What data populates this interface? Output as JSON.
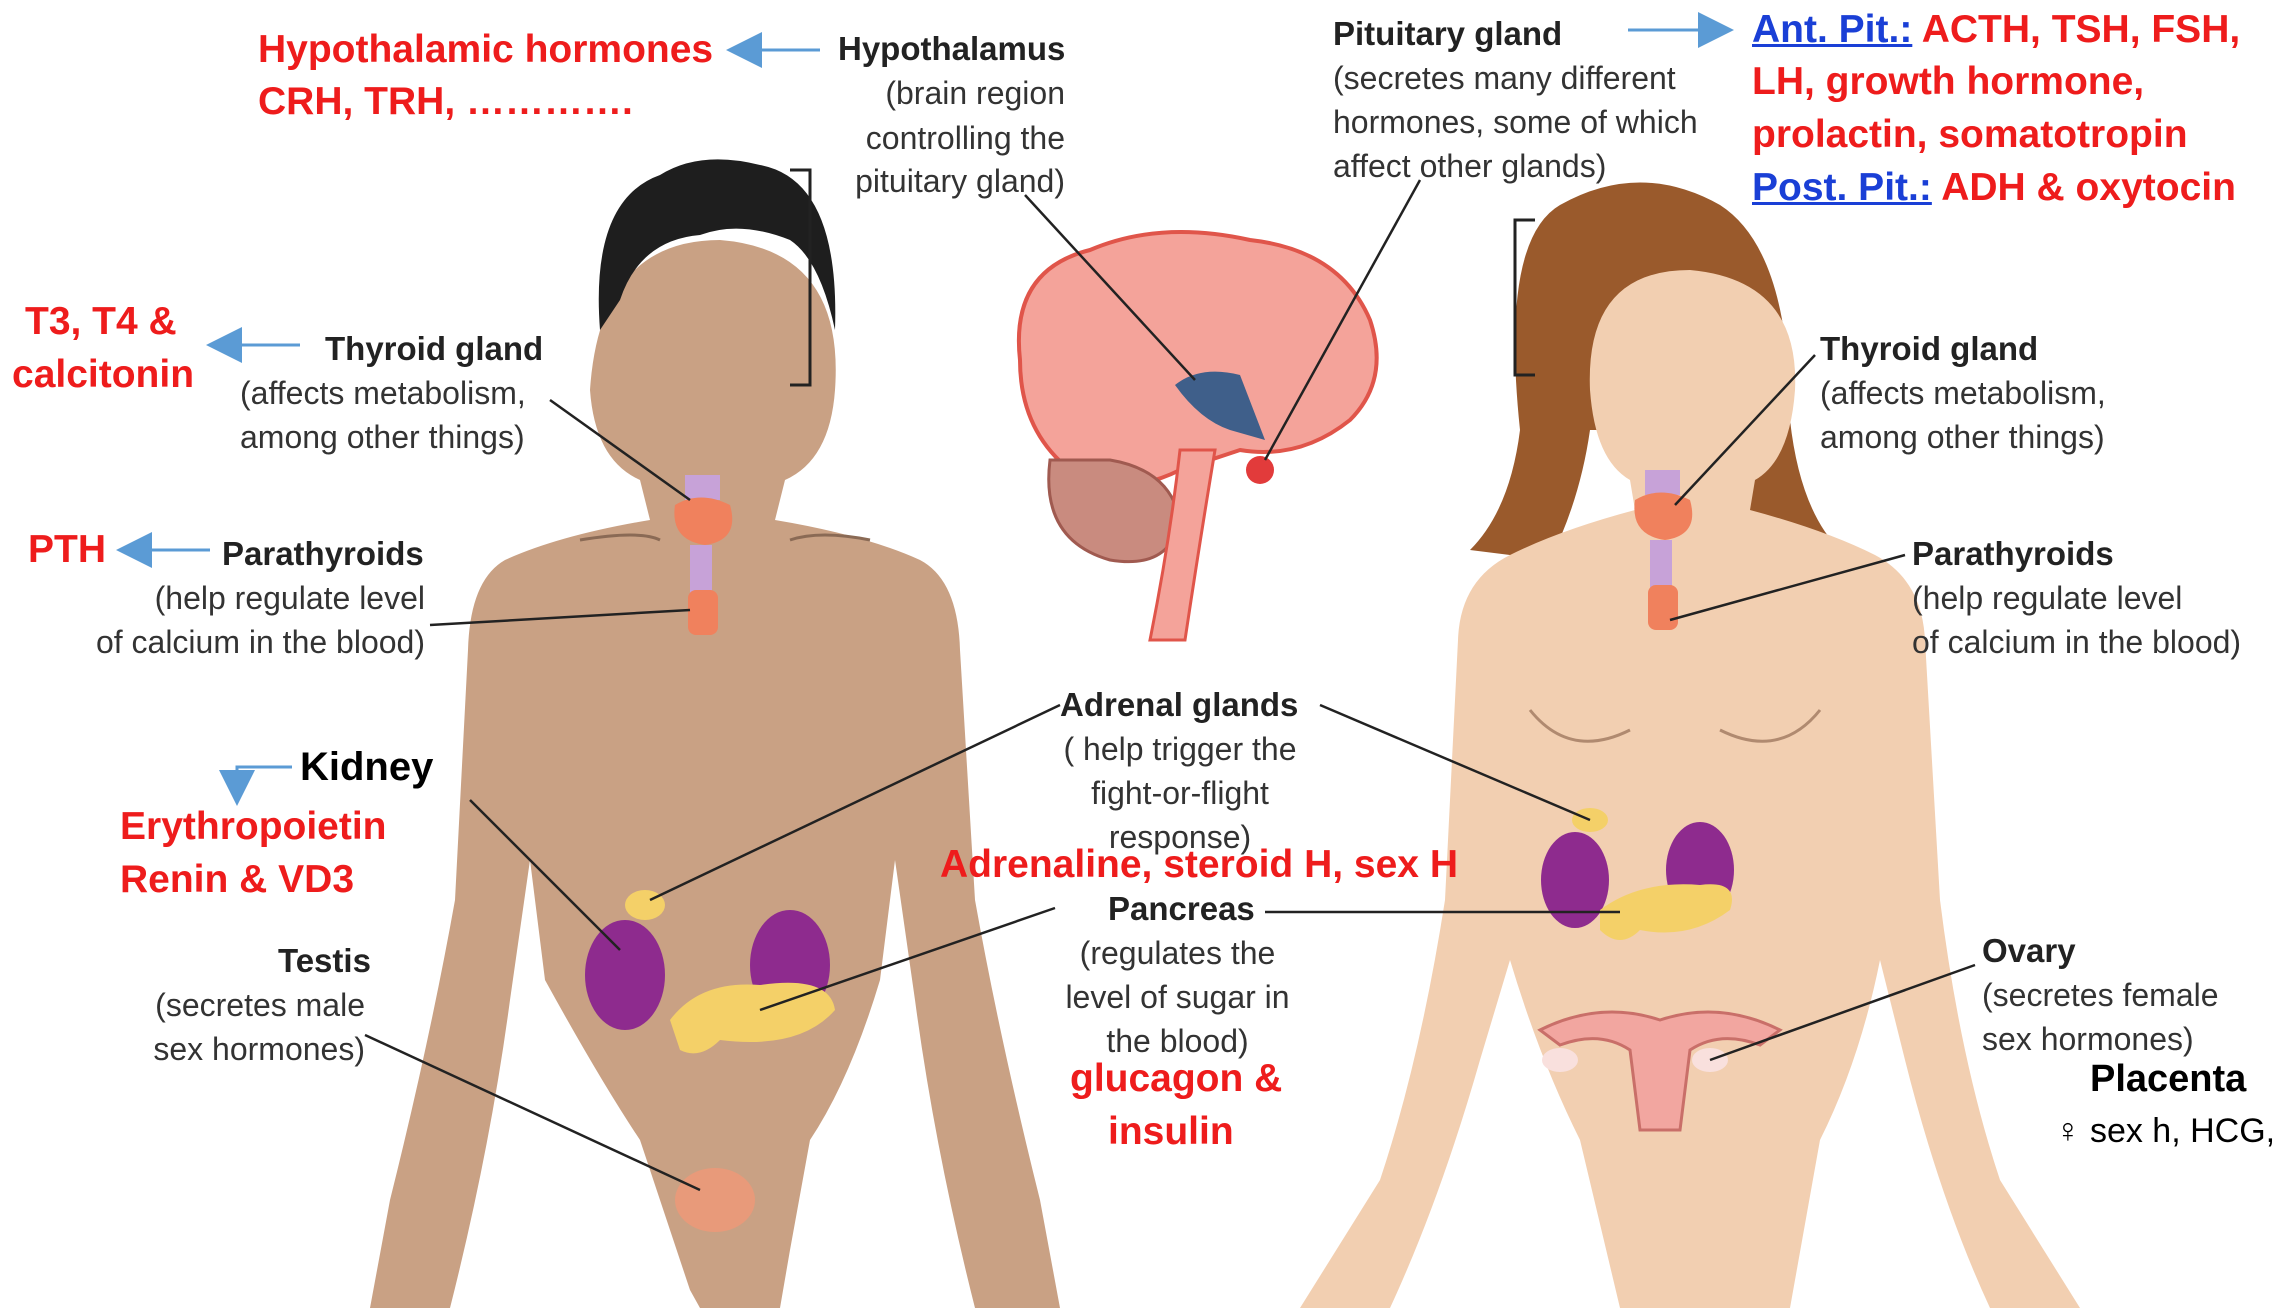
{
  "hypothalamus": {
    "name": "Hypothalamus",
    "desc": [
      "(brain region",
      "controlling the",
      "pituitary gland)"
    ],
    "hormones_title": "Hypothalamic hormones",
    "hormones": "CRH, TRH, …………."
  },
  "pituitary": {
    "name": "Pituitary gland",
    "desc": [
      "(secretes many different",
      "hormones, some of which",
      "affect other glands)"
    ],
    "ant_label": "Ant. Pit.:",
    "ant_line1": " ACTH, TSH, FSH,",
    "ant_line2": "LH, growth hormone,",
    "ant_line3": "prolactin, somatotropin",
    "post_label": "Post. Pit.:",
    "post_hormones": " ADH & oxytocin"
  },
  "thyroid_left": {
    "name": "Thyroid gland",
    "desc": [
      "(affects metabolism,",
      "among other things)"
    ],
    "hormones": [
      "T3, T4 &",
      "calcitonin"
    ]
  },
  "thyroid_right": {
    "name": "Thyroid gland",
    "desc": [
      "(affects metabolism,",
      "among other things)"
    ]
  },
  "parathyroid_left": {
    "name": "Parathyroids",
    "desc": [
      "(help regulate level",
      "of calcium in the blood)"
    ],
    "hormone": "PTH"
  },
  "parathyroid_right": {
    "name": "Parathyroids",
    "desc": [
      "(help regulate level",
      "of calcium in the blood)"
    ]
  },
  "kidney": {
    "name": "Kidney",
    "hormones": [
      "Erythropoietin",
      "Renin &  VD3"
    ]
  },
  "adrenal": {
    "name": "Adrenal glands",
    "desc": [
      "( help trigger the",
      "fight-or-flight",
      "response)"
    ],
    "hormones": "Adrenaline, steroid H, sex H"
  },
  "pancreas": {
    "name": "Pancreas",
    "desc": [
      "(regulates the",
      "level of sugar in",
      "the blood)"
    ],
    "hormones": [
      "glucagon &",
      "insulin"
    ]
  },
  "testis": {
    "name": "Testis",
    "desc": [
      "(secretes male",
      "sex hormones)"
    ]
  },
  "ovary": {
    "name": "Ovary",
    "desc": [
      "(secretes female",
      "sex hormones)"
    ]
  },
  "placenta": {
    "name": "Placenta",
    "hormones": "♀ sex h, HCG,"
  },
  "colors": {
    "label_red": "#ee1c1c",
    "link_blue": "#1a3fd6",
    "arrow_blue": "#5b9bd5",
    "male_skin": "#c9a184",
    "female_skin": "#f2cfb1",
    "male_hair": "#1e1e1e",
    "female_hair": "#9a5a2c",
    "thyroid": "#f0815d",
    "kidney": "#8e2b8e",
    "pancreas": "#f4d068",
    "brain": "#f4a39a"
  }
}
